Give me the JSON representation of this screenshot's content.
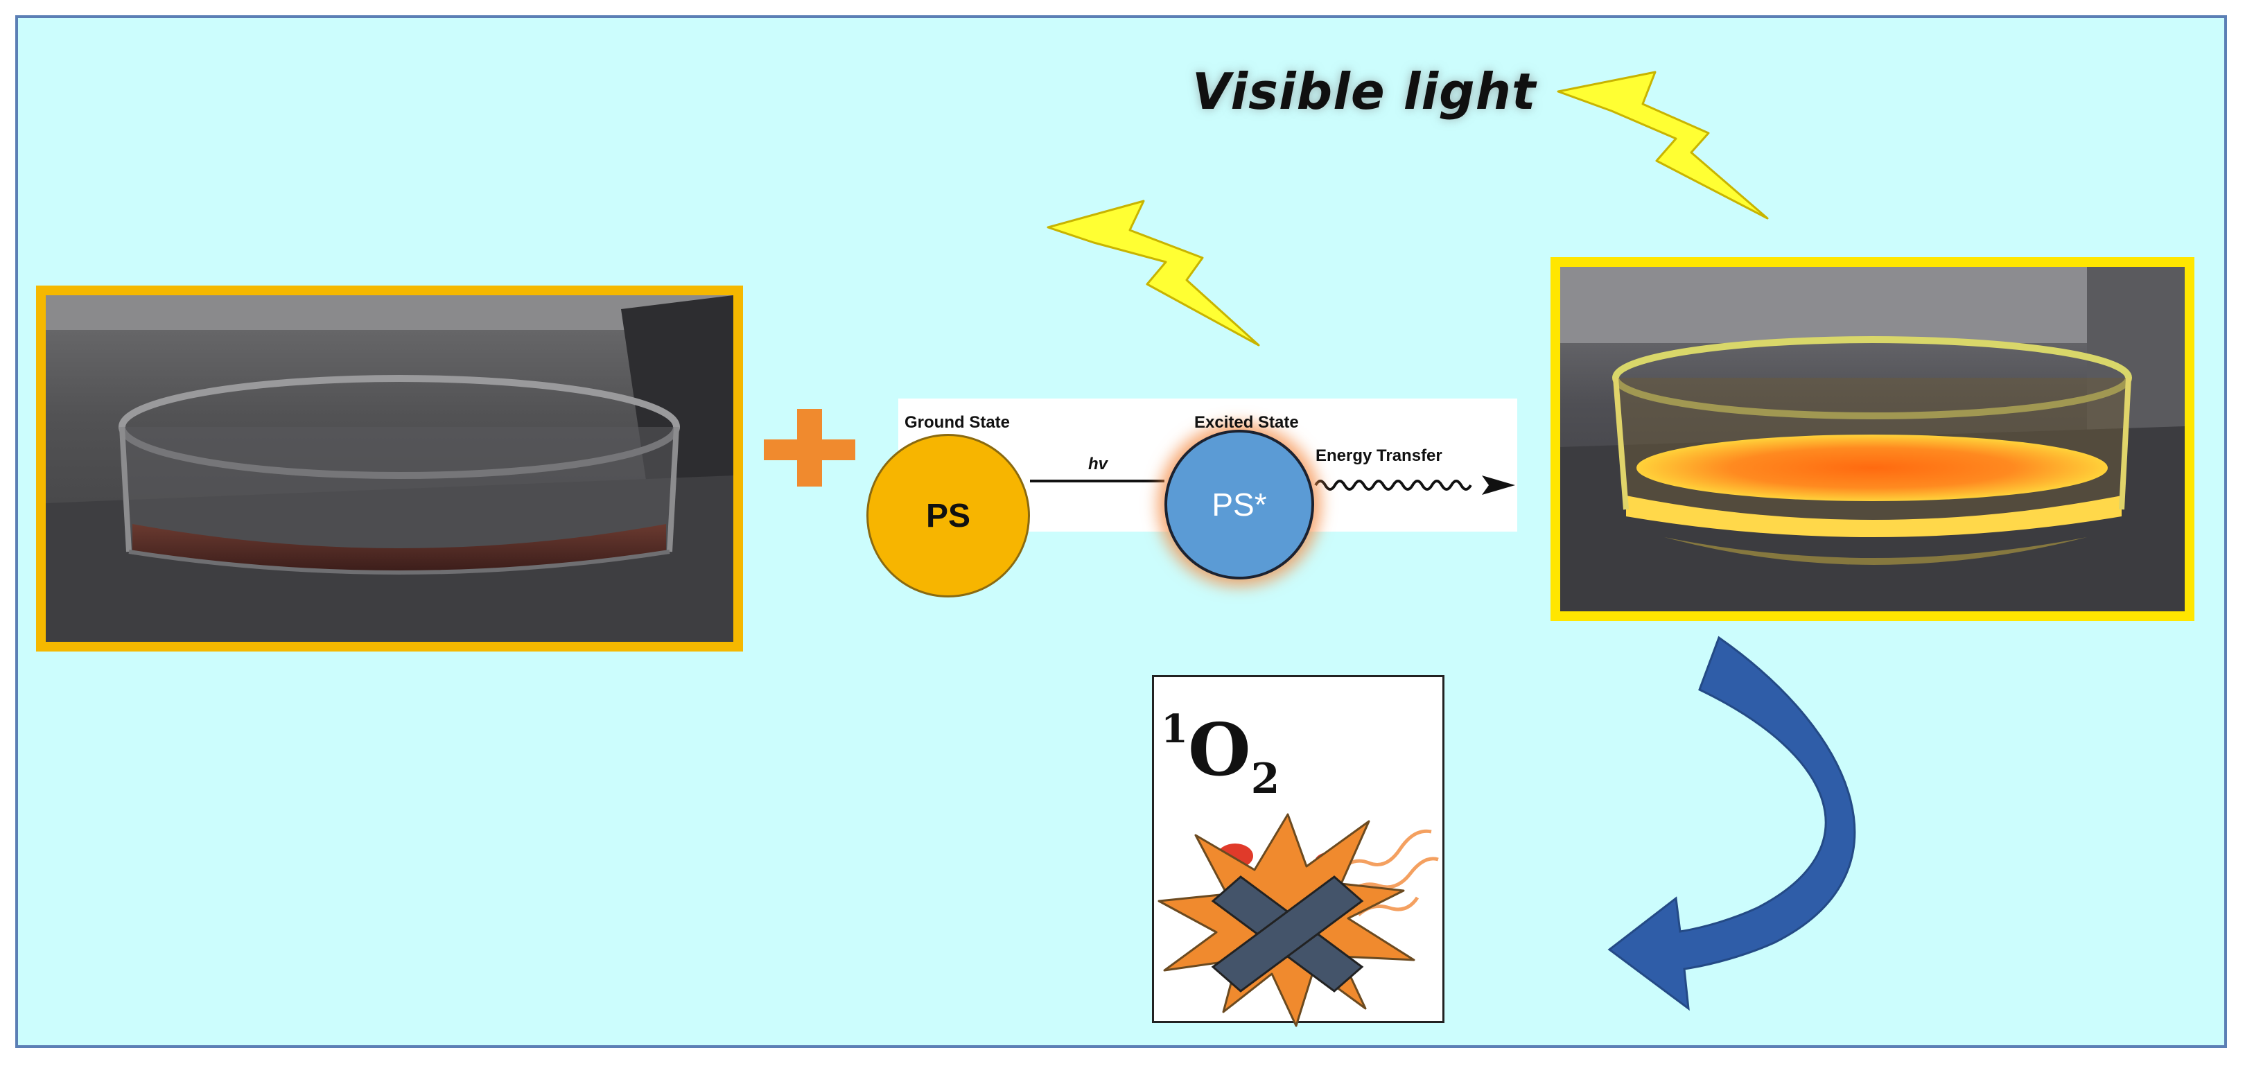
{
  "title": "Visible light",
  "scheme": {
    "ground_state_label": "Ground State",
    "excited_state_label": "Excited State",
    "excitation_label": "hv",
    "energy_transfer_label": "Energy Transfer",
    "ground_ps": "PS",
    "excited_ps": "PS*"
  },
  "singlet_oxygen": {
    "superscript": "1",
    "element": "O",
    "subscript": "2"
  },
  "colors": {
    "background": "#ccfdfd",
    "frame_left": "#f5b800",
    "frame_right": "#ffe600",
    "plus": "#f08a2e",
    "lightning": "#ffff33",
    "ps_ground": "#f7b500",
    "ps_excited": "#5b9bd5",
    "curved_arrow": "#2f5da8",
    "burst": "#f08a2e",
    "cross": "#44546a"
  },
  "icons": {
    "plus": "plus-icon",
    "lightning": "lightning-bolt-icon",
    "curved_arrow": "curved-arrow-icon",
    "cross": "cross-icon",
    "burst": "explosion-burst-icon"
  }
}
